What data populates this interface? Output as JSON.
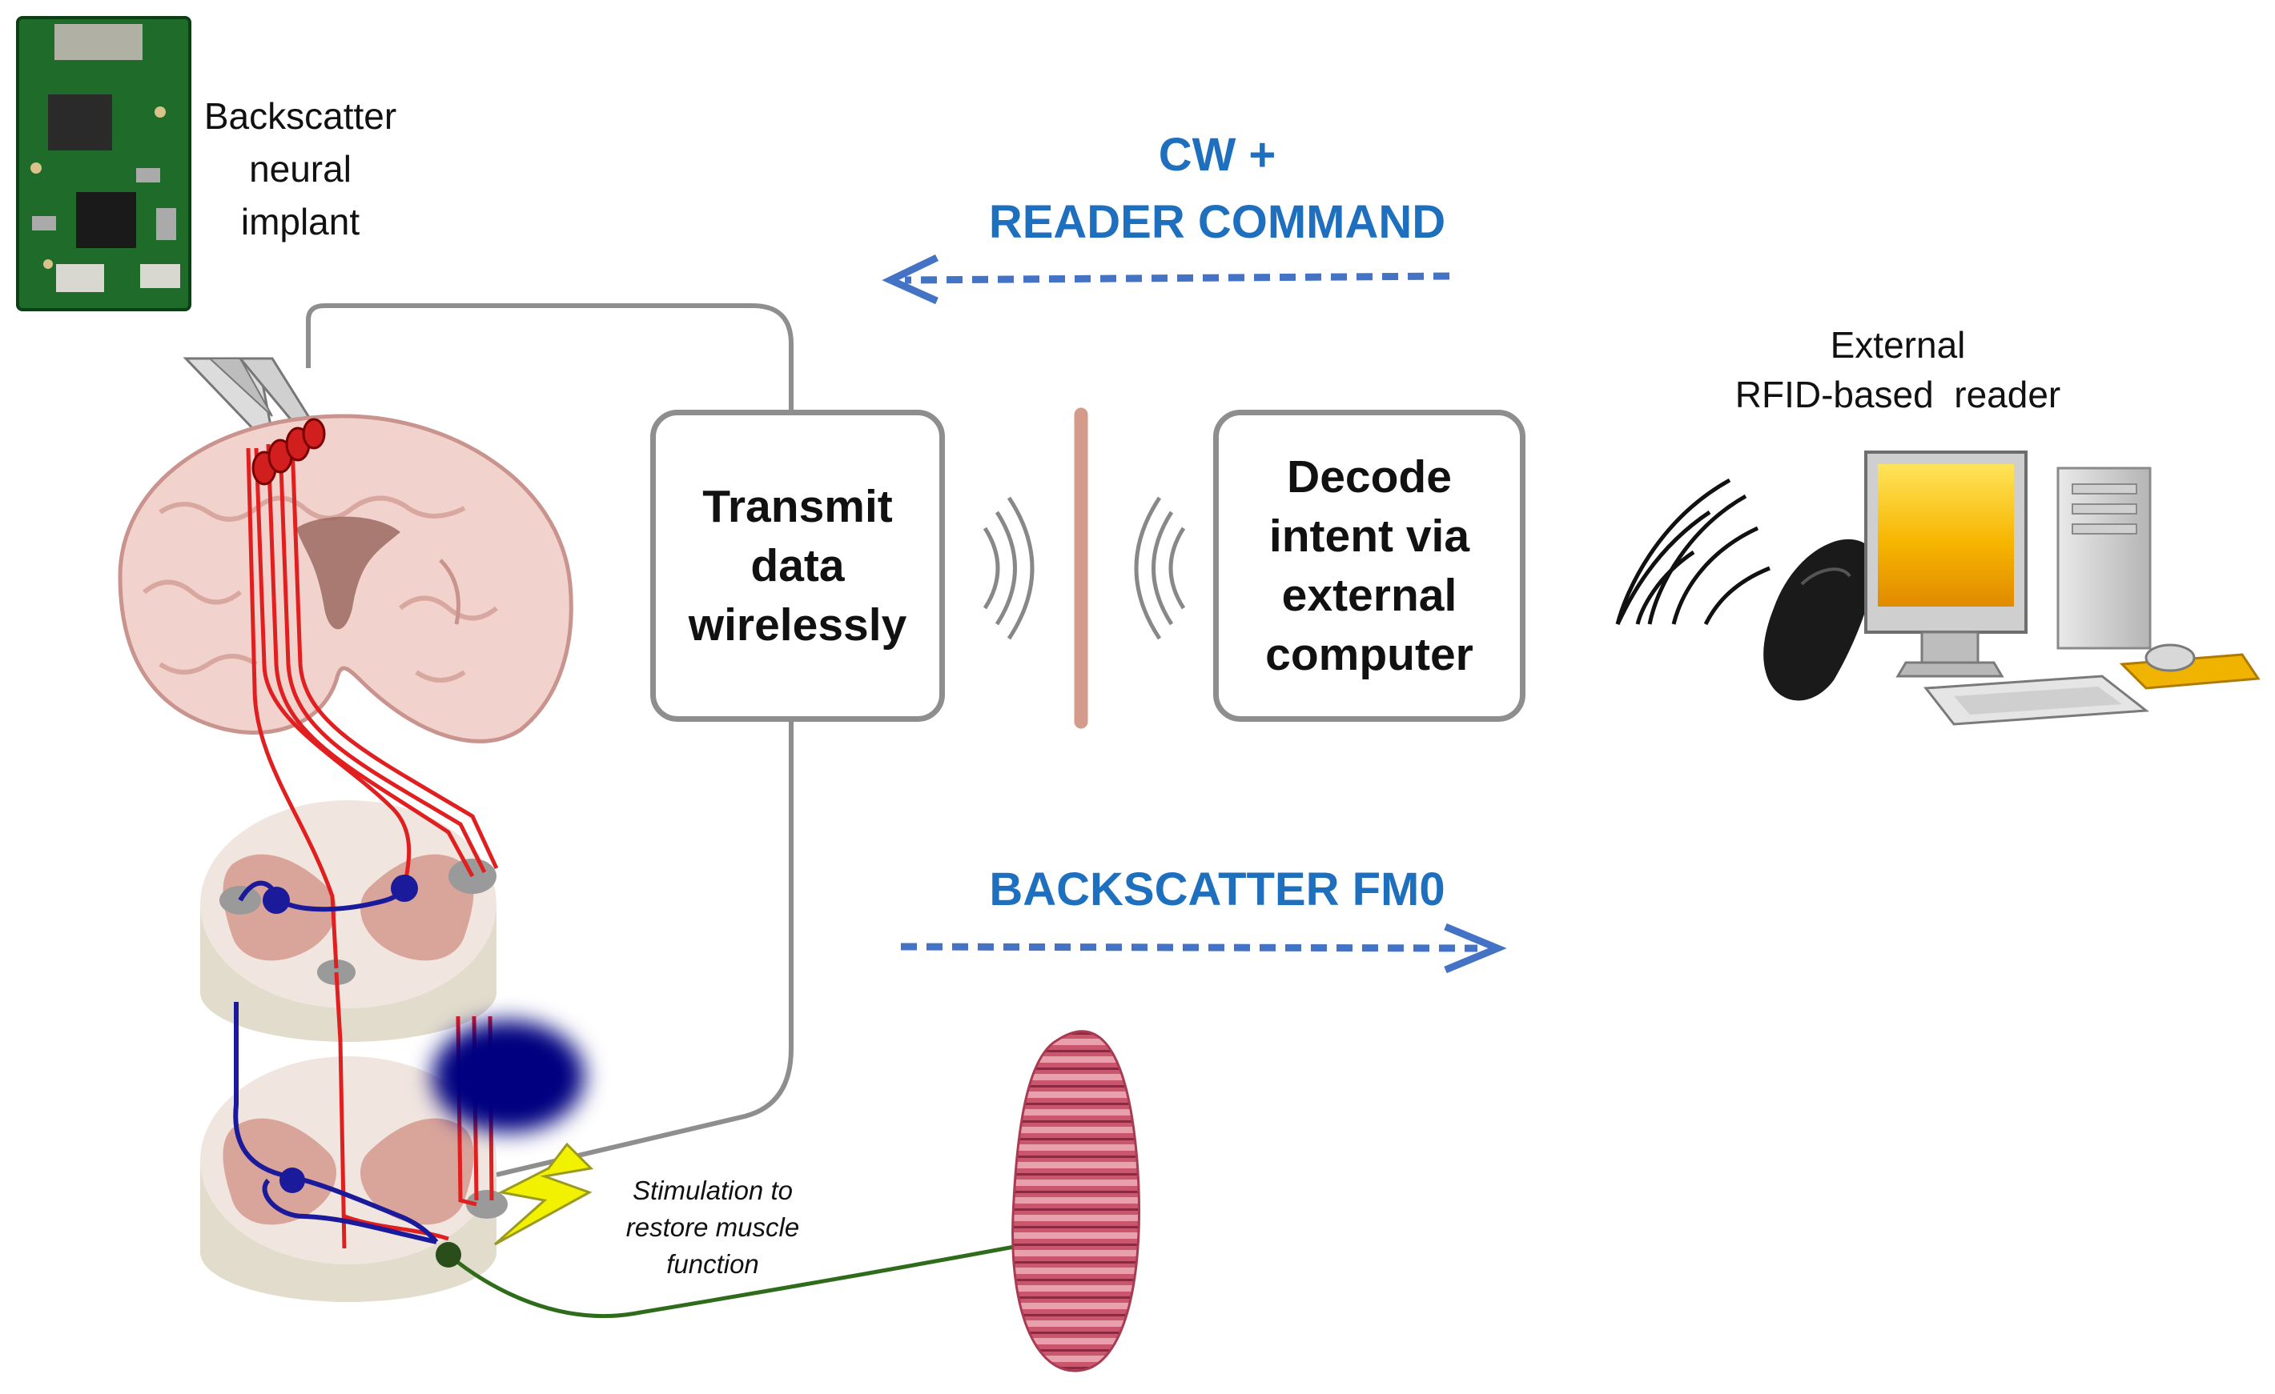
{
  "labels": {
    "implant": [
      "Backscatter",
      "neural",
      "implant"
    ],
    "reader": [
      "External",
      "RFID-based  reader"
    ],
    "downlink": [
      "CW +",
      "READER COMMAND"
    ],
    "uplink": [
      "BACKSCATTER FM0"
    ],
    "stimulation": [
      "Stimulation to",
      "restore muscle",
      "function"
    ]
  },
  "boxes": {
    "transmit": [
      "Transmit",
      "data",
      "wirelessly"
    ],
    "decode": [
      "Decode",
      "intent via",
      "external",
      "computer"
    ]
  },
  "colors": {
    "arrow_blue": "#4472c4",
    "label_blue": "#1f6fbf",
    "box_border": "#8e8e8e",
    "wire_gray": "#8e8e8e",
    "barrier": "#d49a8a",
    "tract_red": "#e02020",
    "motor_blue": "#1a1a9a",
    "nerve_green": "#2e6b1a",
    "bolt_yellow": "#f2f200",
    "pcb_green": "#1f6b2a"
  },
  "icons": {
    "implant": "pcb-board-icon",
    "brain": "brain-cross-section-icon",
    "spine_upper": "spinal-cord-section-icon",
    "spine_lower": "spinal-cord-section-icon",
    "muscle": "muscle-icon",
    "bolt": "lightning-bolt-icon",
    "reader": "desktop-computer-icon",
    "antenna": "rfid-antenna-icon"
  }
}
